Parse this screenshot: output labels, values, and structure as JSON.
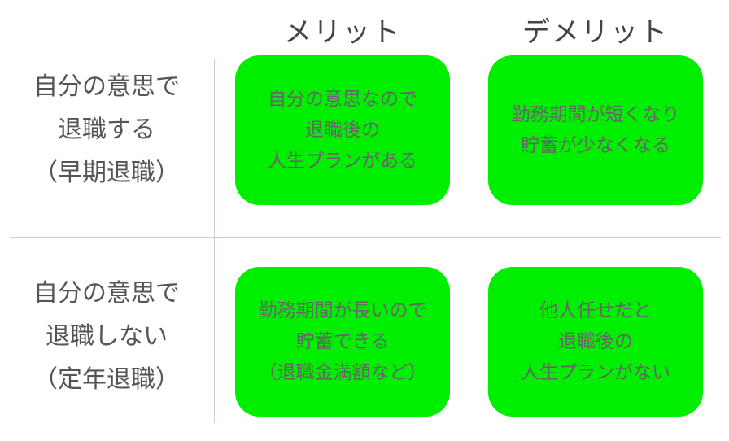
{
  "columns": {
    "merit": "メリット",
    "demerit": "デメリット"
  },
  "rows": {
    "early": [
      "自分の意思で",
      "退職する",
      "（早期退職）"
    ],
    "late": [
      "自分の意思で",
      "退職しない",
      "（定年退職）"
    ]
  },
  "cells": {
    "early_merit": [
      "自分の意思なので",
      "退職後の",
      "人生プランがある"
    ],
    "early_demerit": [
      "勤務期間が短くなり",
      "貯蓄が少なくなる"
    ],
    "late_merit": [
      "勤務期間が長いので",
      "貯蓄できる",
      "（退職金満額など）"
    ],
    "late_demerit": [
      "他人任せだと",
      "退職後の",
      "人生プランがない"
    ]
  },
  "colors": {
    "cell_fill": "#00ee00",
    "divider": "#ddc9c0"
  }
}
